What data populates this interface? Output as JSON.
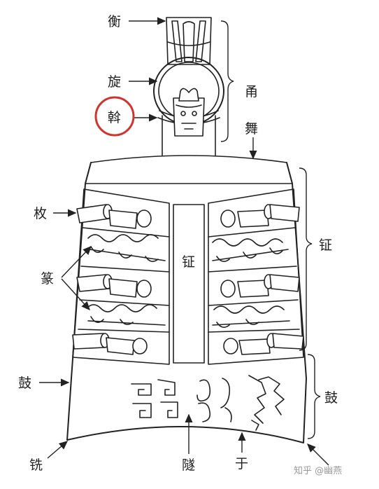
{
  "labels": {
    "heng": "衡",
    "xuan": "旋",
    "gan": "斡",
    "yong": "甬",
    "wu": "舞",
    "mei": "枚",
    "zhuan": "篆",
    "zheng_center": "钲",
    "zheng_right": "钲",
    "gu_left": "鼓",
    "gu_right": "鼓",
    "xian": "铣",
    "sui": "隧",
    "yu": "于"
  },
  "watermark": "知乎 @幽燕",
  "colors": {
    "line": "#222222",
    "highlight": "#d0342c"
  }
}
